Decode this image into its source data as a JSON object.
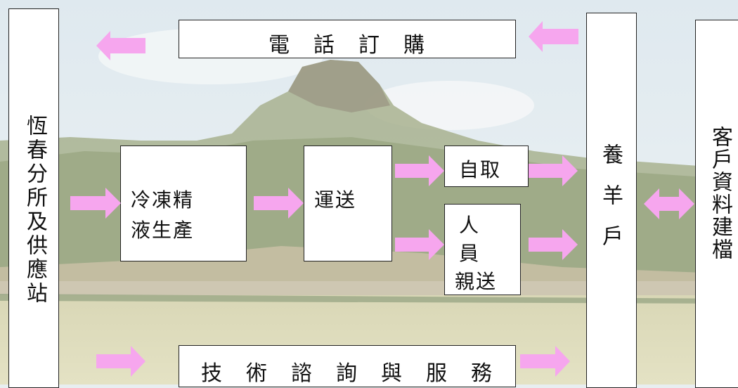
{
  "diagram": {
    "left_column": "恆春分所及供應站",
    "top_bar": "電　話　訂　購",
    "bottom_bar": "技　術　諮　詢　與　服　務",
    "production": [
      "冷凍精",
      "液生產"
    ],
    "transport": "運送",
    "pickup": "自取",
    "delivery": [
      "人",
      "員",
      "親送"
    ],
    "farmers": "養羊戶",
    "records": "客戶資料建檔"
  },
  "colors": {
    "arrow": "#f6a6ee",
    "box_fill": "#ffffff",
    "box_border": "#222222"
  }
}
